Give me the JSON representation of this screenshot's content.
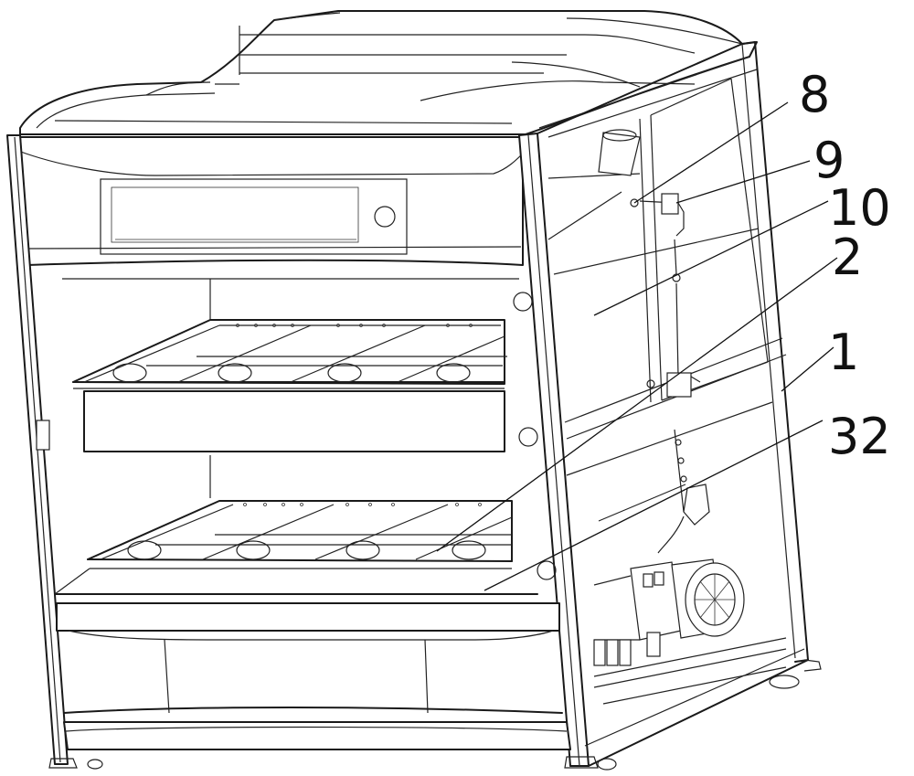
{
  "callouts": [
    {
      "id": "8",
      "label": "8"
    },
    {
      "id": "9",
      "label": "9"
    },
    {
      "id": "10",
      "label": "10"
    },
    {
      "id": "2",
      "label": "2"
    },
    {
      "id": "1",
      "label": "1"
    },
    {
      "id": "32",
      "label": "32"
    }
  ],
  "colors": {
    "line": "#1a1a1a",
    "background": "#ffffff"
  }
}
